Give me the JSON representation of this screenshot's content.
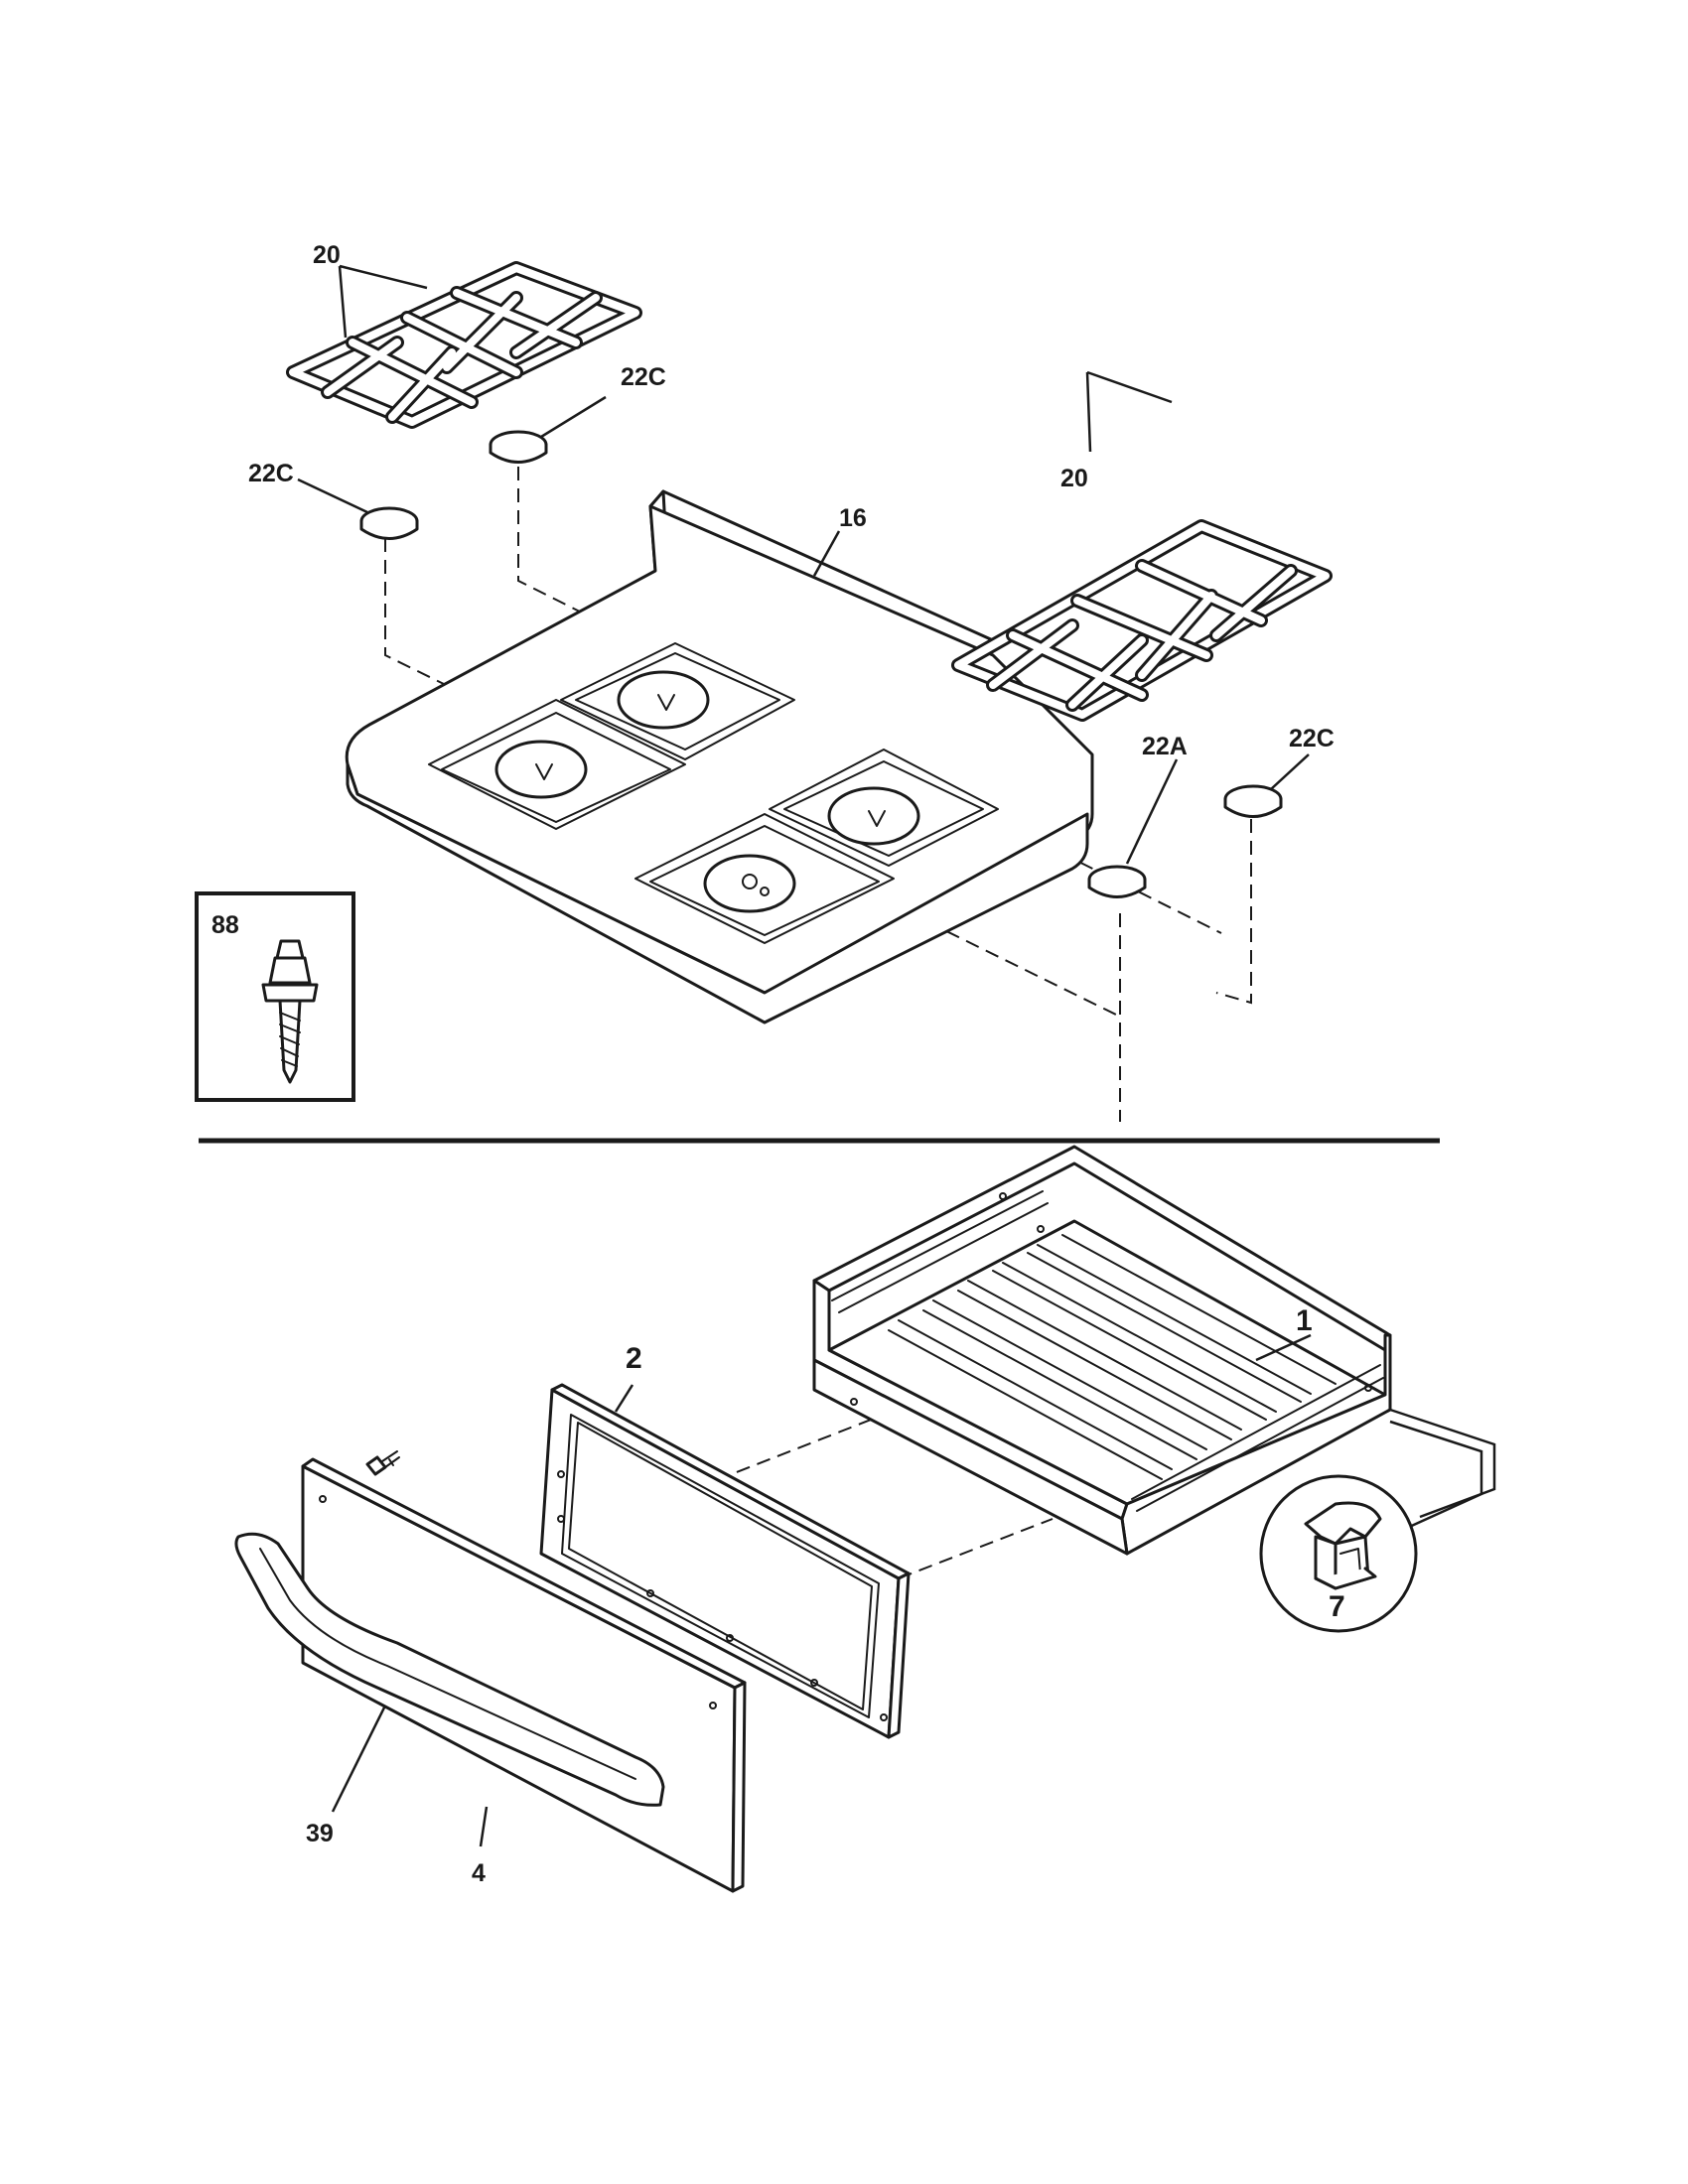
{
  "callouts": {
    "grate_left": "20",
    "grate_right": "20",
    "foot_upper": "22C",
    "foot_left": "22C",
    "foot_right": "22C",
    "foot_center": "22A",
    "cooktop": "16",
    "screw_box": "88",
    "drawer_body": "1",
    "drawer_liner": "2",
    "clip": "7",
    "handle": "39",
    "drawer_front": "4"
  },
  "icons": {
    "grate": "burner-grate-icon",
    "cooktop": "cooktop-icon",
    "bumper": "rubber-bumper-icon",
    "screw": "shoulder-screw-icon",
    "drawer": "drawer-icon",
    "clip": "clip-icon",
    "handle": "handle-icon"
  }
}
